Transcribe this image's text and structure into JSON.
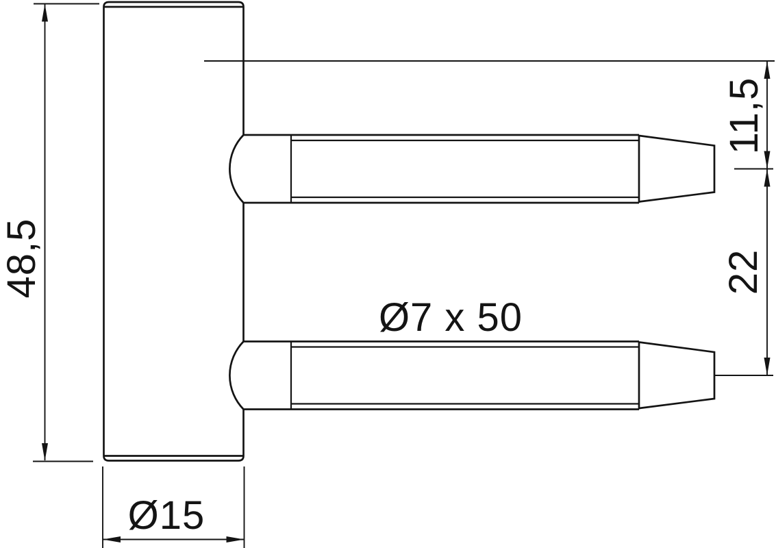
{
  "drawing": {
    "type": "technical-dimension-drawing",
    "part": "drill-in hinge half with two screw pins",
    "colors": {
      "line": "#141414",
      "background": "#ffffff"
    },
    "dimensions": {
      "barrel_height": "48,5",
      "barrel_diameter": "Ø15",
      "pin_size": "Ø7 x 50",
      "pin_offset_top": "11,5",
      "pin_spacing": "22"
    }
  }
}
